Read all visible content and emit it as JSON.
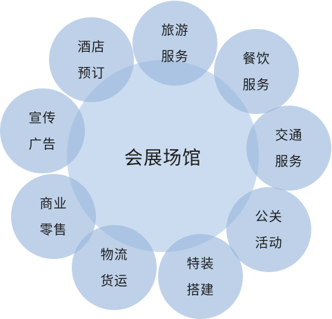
{
  "diagram": {
    "center": {
      "label": "会展场馆"
    },
    "satellites": [
      {
        "line1": "旅游",
        "line2": "服务"
      },
      {
        "line1": "餐饮",
        "line2": "服务"
      },
      {
        "line1": "交通",
        "line2": "服务"
      },
      {
        "line1": "公关",
        "line2": "活动"
      },
      {
        "line1": "特装",
        "line2": "搭建"
      },
      {
        "line1": "物流",
        "line2": "货运"
      },
      {
        "line1": "商业",
        "line2": "零售"
      },
      {
        "line1": "宣传",
        "line2": "广告"
      },
      {
        "line1": "酒店",
        "line2": "预订"
      }
    ]
  }
}
